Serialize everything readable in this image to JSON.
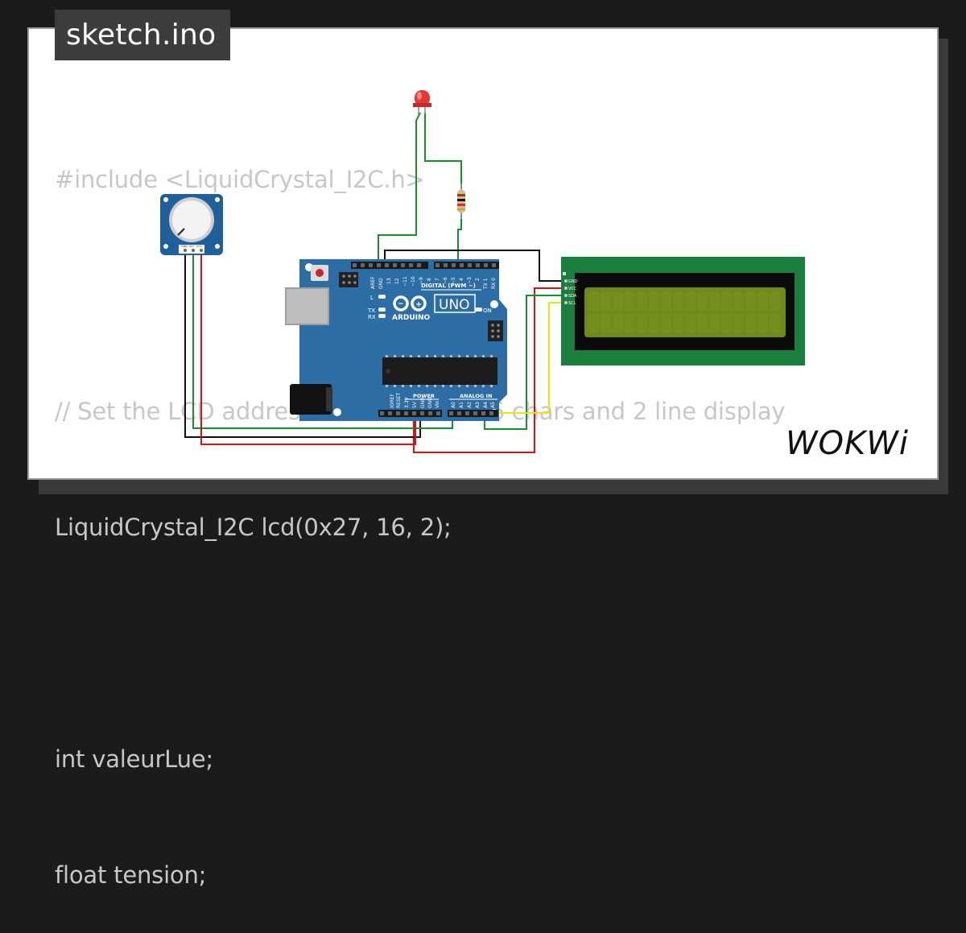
{
  "tab": {
    "filename": "sketch.ino"
  },
  "code": {
    "lines": [
      "#include <LiquidCrystal_I2C.h>",
      "",
      "// Set the LCD address to 0x27 for a 16 chars and 2 line display",
      "LiquidCrystal_I2C lcd(0x27, 16, 2);",
      "",
      "int valeurLue;",
      "float tension;"
    ]
  },
  "arduino": {
    "brand": "ARDUINO",
    "model": "UNO",
    "digital_label": "DIGITAL (PWM ~)",
    "power_label": "POWER",
    "analog_label": "ANALOG IN",
    "on_label": "ON",
    "l_label": "L",
    "tx_label": "TX",
    "rx_label": "RX",
    "top_pins": [
      "AREF",
      "GND",
      "13",
      "12",
      "~11",
      "~10",
      "~9",
      "8",
      "7",
      "~6",
      "~5",
      "4",
      "~3",
      "2",
      "TX 1",
      "RX 0"
    ],
    "power_pins": [
      "IOREF",
      "RESET",
      "3.3V",
      "5V",
      "GND",
      "GND",
      "Vin"
    ],
    "analog_pins": [
      "A0",
      "A1",
      "A2",
      "A3",
      "A4",
      "A5"
    ]
  },
  "lcd": {
    "pins": [
      "GND",
      "VCC",
      "SDA",
      "SCL"
    ]
  },
  "potentiometer": {
    "pins": [
      "GND",
      "SIG",
      "VCC"
    ]
  },
  "colors": {
    "board": "#2c6da4",
    "lcd_pcb": "#1a7f3c",
    "lcd_screen": "#6e8a19",
    "wire_red": "#e01010",
    "wire_green": "#13912c",
    "wire_black": "#111111",
    "wire_yellow": "#f2e20c",
    "led": "#e53935"
  },
  "logo": {
    "text": "WOKWi"
  }
}
